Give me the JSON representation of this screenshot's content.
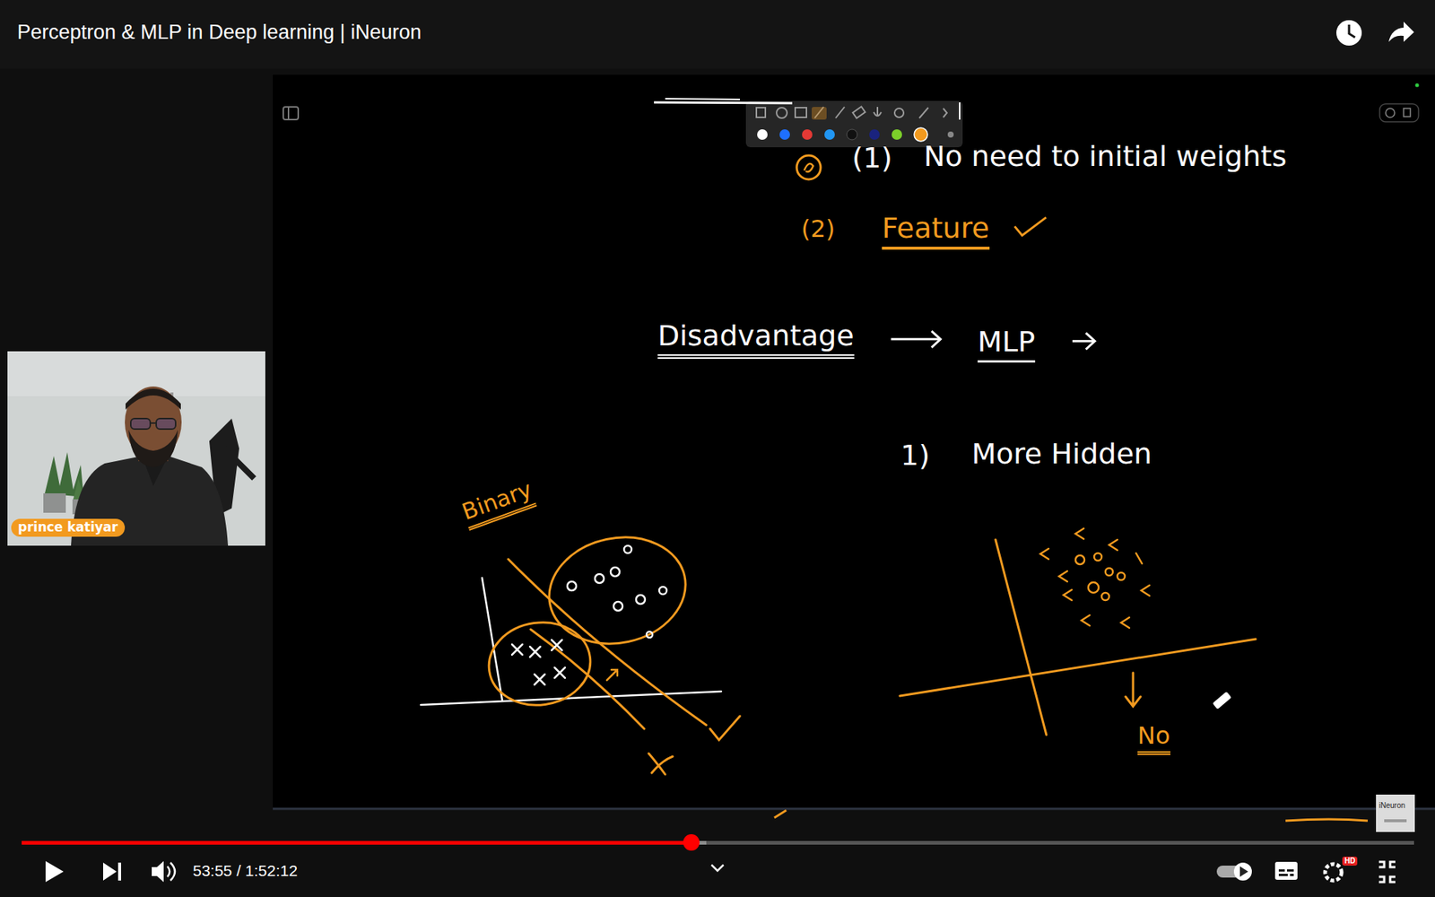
{
  "diagram": {
    "title": "Perceptron & MLP in Deep learning | iNeuron",
    "labels": [
      "prince katiyar",
      "(1)",
      "No need to initial weights",
      "(2)",
      "Feature",
      "Disadvantage",
      "MLP",
      "1)",
      "More Hidden",
      "Binary",
      "No",
      "53:55 / 1:52:12",
      "HD",
      "iNeuron"
    ]
  }
}
